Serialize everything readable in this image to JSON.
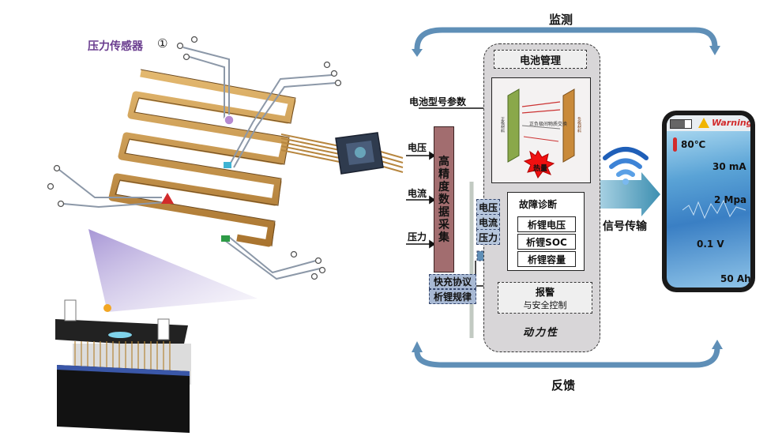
{
  "labels": {
    "pressure_sensor": "压力传感器",
    "circled_one": "①",
    "monitor": "监测",
    "feedback": "反馈",
    "battery_management": "电池管理",
    "battery_model_params": "电池型号参数",
    "heat": "热量",
    "voltage_in": "电压",
    "current_in": "电流",
    "pressure_in": "压力",
    "acquisition_chars": [
      "高",
      "精",
      "度",
      "数",
      "据",
      "采",
      "集"
    ],
    "voltage_small": "电压",
    "current_small": "电流",
    "pressure_small": "压力",
    "fault_diagnosis": "故障诊断",
    "fault_items": [
      "析锂电压",
      "析锂SOC",
      "析锂容量"
    ],
    "fast_charge_protocol": "快充协议",
    "lithium_law": "析锂规律",
    "alarm": "报警",
    "safety_control": "与安全控制",
    "dynamics": "动力性",
    "signal_transmission": "信号传输",
    "cell_text_left": "正极材料",
    "cell_text_right": "负极材料",
    "cell_mid": "正负极间物质交换"
  },
  "phone": {
    "warning": "Warning",
    "temperature": "80℃",
    "current": "30 mA",
    "pressure": "2 Mpa",
    "voltage": "0.1 V",
    "capacity": "50 Ah"
  },
  "colors": {
    "accent_purple": "#6a3d8f",
    "acquisition_fill": "#a26d6f",
    "system_fill": "#d8d6d8",
    "arrow_blue": "#5f8fb7",
    "sensor_gold": "#c9964d",
    "alert_red": "#d22b2b"
  },
  "icons": [
    "wifi-icon",
    "warning-icon",
    "thermometer-icon",
    "heat-burst-icon"
  ]
}
